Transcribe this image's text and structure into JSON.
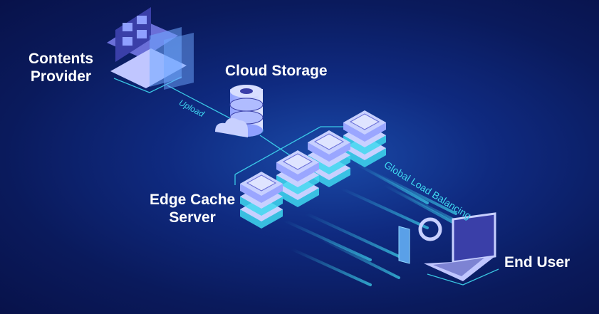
{
  "labels": {
    "contents_provider": [
      "Contents",
      "Provider"
    ],
    "cloud_storage": "Cloud Storage",
    "upload": "Upload",
    "global_load_balancing": "Global Load Balancing",
    "edge_cache_server": [
      "Edge Cache",
      "Server"
    ],
    "end_user": "End User"
  },
  "colors": {
    "accent_line": "#3fd8f0",
    "background": "#0f2a80",
    "device": "#c8d0ff"
  }
}
